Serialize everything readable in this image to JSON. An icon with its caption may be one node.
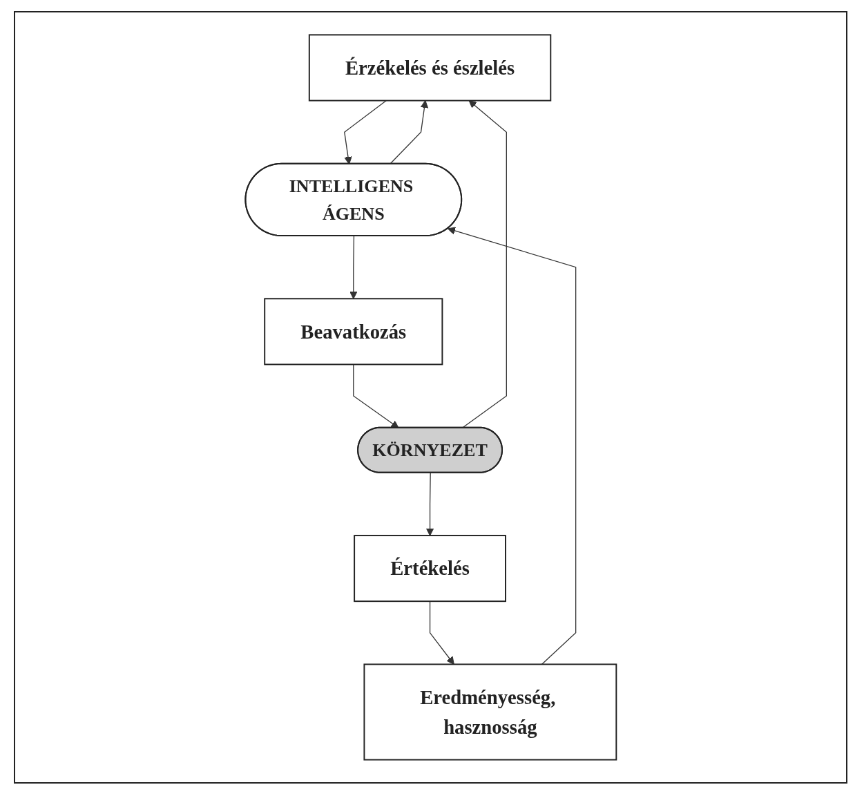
{
  "diagram": {
    "nodes": [
      {
        "text": [
          "Érzékelés és észlelés"
        ]
      },
      {
        "text": [
          "INTELLIGENS ÁGENS"
        ]
      },
      {
        "text": [
          "Beavatkozás"
        ]
      },
      {
        "text": [
          "KÖRNYEZET"
        ]
      },
      {
        "text": [
          "Értékelés"
        ]
      },
      {
        "text": [
          "Eredményesség, hasznosság"
        ]
      }
    ],
    "edges": [
      {
        "from": 1,
        "to": 0,
        "arrow": "to"
      },
      {
        "from": 0,
        "to": 1,
        "arrow": "to"
      },
      {
        "from": 1,
        "to": 2,
        "arrow": "to"
      },
      {
        "from": 2,
        "to": 3,
        "arrow": "to"
      },
      {
        "from": 3,
        "to": 0,
        "arrow": "to"
      },
      {
        "from": 3,
        "to": 4,
        "arrow": "to"
      },
      {
        "from": 4,
        "to": 5,
        "arrow": "to"
      },
      {
        "from": 5,
        "to": 1,
        "arrow": "to"
      }
    ]
  }
}
